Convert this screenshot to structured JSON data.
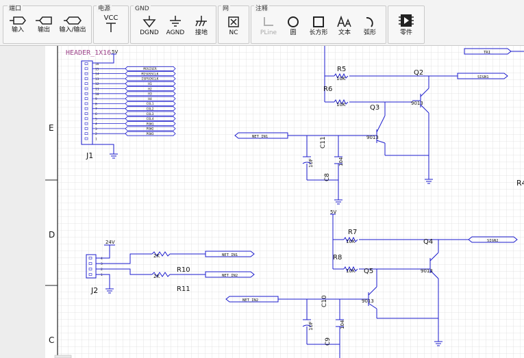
{
  "toolbar": {
    "groups": [
      {
        "label": "端口",
        "buttons": [
          {
            "label": "输入",
            "icon": "port-input-icon"
          },
          {
            "label": "输出",
            "icon": "port-output-icon"
          },
          {
            "label": "输入/输出",
            "icon": "port-bidir-icon"
          }
        ]
      },
      {
        "label": "电源",
        "buttons": [
          {
            "label": "VCC",
            "icon": "vcc-icon"
          }
        ]
      },
      {
        "label": "GND",
        "buttons": [
          {
            "label": "DGND",
            "icon": "dgnd-icon"
          },
          {
            "label": "AGND",
            "icon": "agnd-icon"
          },
          {
            "label": "接地",
            "icon": "earth-icon"
          }
        ]
      },
      {
        "label": "网",
        "buttons": [
          {
            "label": "NC",
            "icon": "nc-icon"
          }
        ]
      },
      {
        "label": "注释",
        "buttons": [
          {
            "label": "PLine",
            "icon": "pline-icon",
            "disabled": true
          },
          {
            "label": "圆",
            "icon": "circle-icon"
          },
          {
            "label": "长方形",
            "icon": "rectangle-icon"
          },
          {
            "label": "文本",
            "icon": "text-icon"
          },
          {
            "label": "弧形",
            "icon": "arc-icon"
          }
        ]
      },
      {
        "label": "",
        "buttons": [
          {
            "label": "零件",
            "icon": "part-icon"
          }
        ]
      }
    ]
  },
  "frame": {
    "rows": [
      "E",
      "D",
      "C"
    ],
    "right_label": "R4"
  },
  "colors": {
    "wire": "#1a1acc",
    "component": "#1a1acc",
    "label": "#111111",
    "header_title": "#a0478c",
    "grid": "#dcdcdc"
  },
  "schematic": {
    "header": {
      "title": "HEADER_1X16",
      "designator": "J1",
      "power": "5V",
      "pins": [
        "16",
        "15",
        "14",
        "13",
        "12",
        "11",
        "10",
        "9",
        "8",
        "7",
        "6",
        "5",
        "4",
        "3",
        "2",
        "1"
      ],
      "nets": [
        "MOSISER",
        "MISOSSCLK",
        "ISPSCKCLK",
        "H1",
        "H2",
        "H3",
        "H4",
        "COL1",
        "COL2",
        "COL3",
        "COL4",
        "POW1",
        "POW2",
        "POW3"
      ]
    },
    "j2": {
      "designator": "J2",
      "power": "24V",
      "pins": [
        "4",
        "3",
        "2",
        "1"
      ]
    },
    "resistors": [
      {
        "designator": "R5",
        "value": "10K"
      },
      {
        "designator": "R6",
        "value": "10K"
      },
      {
        "designator": "R7",
        "value": "10K"
      },
      {
        "designator": "R8",
        "value": "10K"
      },
      {
        "designator": "R10",
        "value": "2K"
      },
      {
        "designator": "R11",
        "value": "2K"
      }
    ],
    "transistors": [
      {
        "designator": "Q2",
        "part": "9013"
      },
      {
        "designator": "Q3",
        "part": "9013"
      },
      {
        "designator": "Q4",
        "part": "9013"
      },
      {
        "designator": "Q5",
        "part": "9013"
      }
    ],
    "capacitors": [
      {
        "designator": "C11",
        "value": "1UF"
      },
      {
        "designator": "C8",
        "value": "104"
      },
      {
        "designator": "C10",
        "value": "1UF"
      },
      {
        "designator": "C9",
        "value": "104"
      }
    ],
    "net_labels": {
      "net_in1": "NET_IN1",
      "net_in2": "NET_IN2",
      "sign1": "SIGN1",
      "sign2": "SIGN2",
      "tri": "TRI"
    },
    "power_5v": "5V"
  }
}
